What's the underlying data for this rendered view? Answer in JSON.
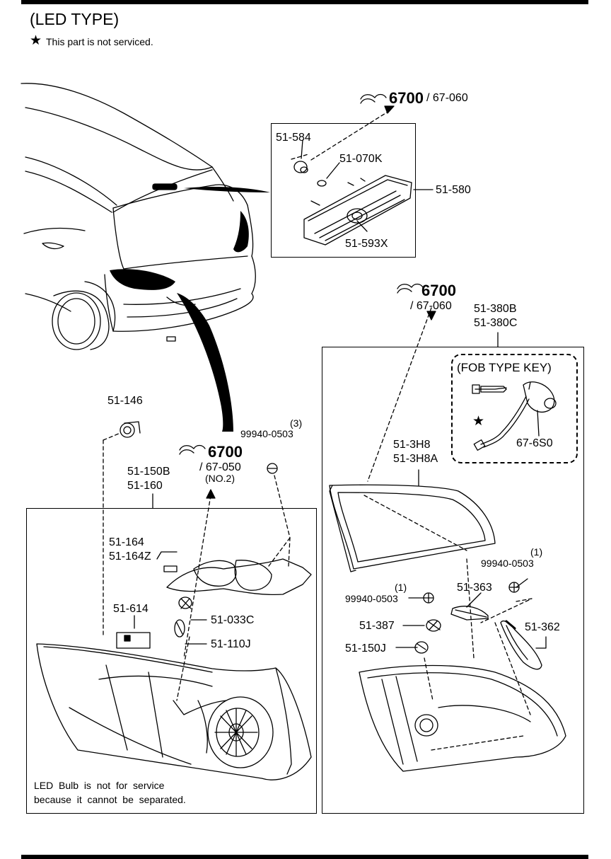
{
  "header": {
    "title": "(LED TYPE)",
    "note_star": "★",
    "note_text": "This part is not serviced."
  },
  "callouts": {
    "top_ref_main": "6700",
    "top_ref_sub": "/ 67-060",
    "mid_ref_main": "6700",
    "mid_ref_sub": "/ 67-060",
    "left_ref_main": "6700",
    "left_ref_sub": "/ 67-050",
    "left_ref_note": "(NO.2)"
  },
  "parts": {
    "p51_584": "51-584",
    "p51_070k": "51-070K",
    "p51_580": "51-580",
    "p51_593x": "51-593X",
    "p51_380b": "51-380B",
    "p51_380c": "51-380C",
    "fob_title": "(FOB TYPE KEY)",
    "p67_6s0": "67-6S0",
    "p51_146": "51-146",
    "p99940_qty3": "(3)",
    "p99940_a": "99940-0503",
    "p51_150b": "51-150B",
    "p51_160": "51-160",
    "p51_3h8": "51-3H8",
    "p51_3h8a": "51-3H8A",
    "p99940_qty1_b": "(1)",
    "p99940_b": "99940-0503",
    "p99940_qty1_c": "(1)",
    "p99940_c": "99940-0503",
    "p51_363": "51-363",
    "p51_164": "51-164",
    "p51_164z": "51-164Z",
    "p51_614": "51-614",
    "p51_033c": "51-033C",
    "p51_110j": "51-110J",
    "p51_387": "51-387",
    "p51_150j": "51-150J",
    "p51_362": "51-362"
  },
  "footnote": {
    "line1": "LED  Bulb  is  not  for  service",
    "line2": "because  it  cannot  be  separated."
  }
}
